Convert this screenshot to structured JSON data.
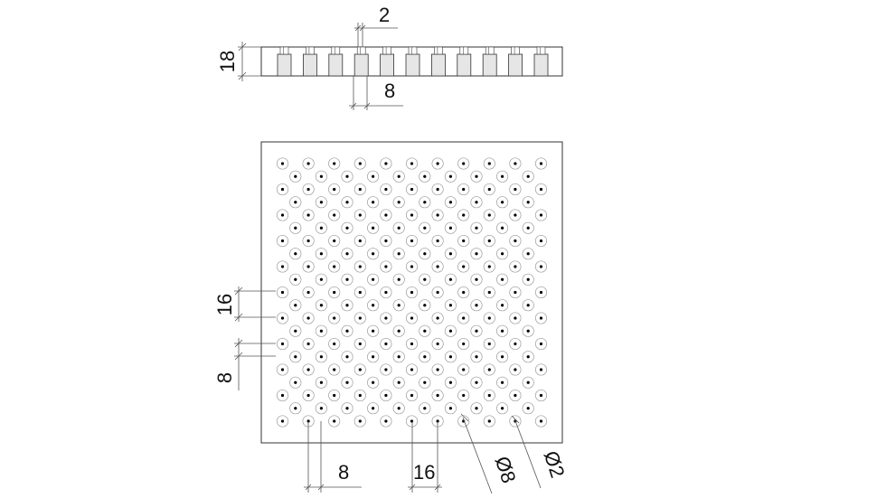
{
  "top_view": {
    "dim_thickness": "18",
    "dim_slot_width": "2",
    "dim_slot_pitch": "8"
  },
  "plan_view": {
    "dim_row_pitch": "16",
    "dim_row_offset": "8",
    "dim_col_offset": "8",
    "dim_col_pitch": "16",
    "dim_hole_diameter": "Ø8",
    "dim_pin_diameter": "Ø2"
  }
}
